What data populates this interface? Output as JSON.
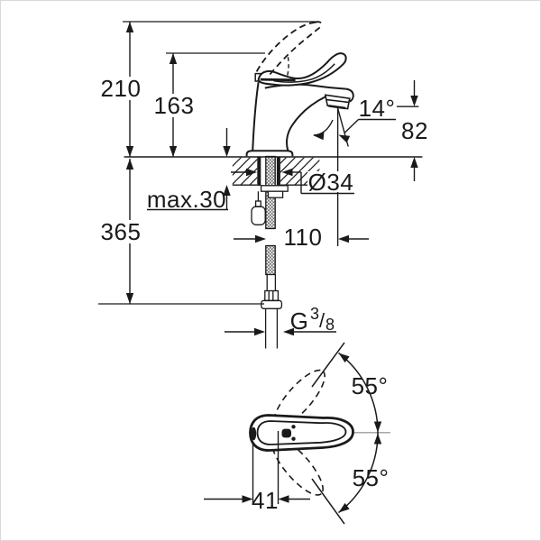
{
  "canvas": {
    "background": "#ffffff",
    "ink": "#1a1a1a",
    "centerline_color": "#8a8a8a",
    "border_color": "#d9d9d9"
  },
  "side_view": {
    "labels": {
      "overall_height": "210",
      "handle_height": "163",
      "below_counter_depth": "365",
      "counter_thickness": "max.30",
      "shank_diameter": "Ø34",
      "supply_offset": "110",
      "spout_height": "82",
      "spout_angle": "14°",
      "thread": {
        "letter": "G",
        "numerator": "3",
        "slash": "/",
        "denominator": "8"
      }
    }
  },
  "top_view": {
    "labels": {
      "swivel_upper": "55°",
      "swivel_lower": "55°",
      "lever_offset": "41"
    }
  }
}
